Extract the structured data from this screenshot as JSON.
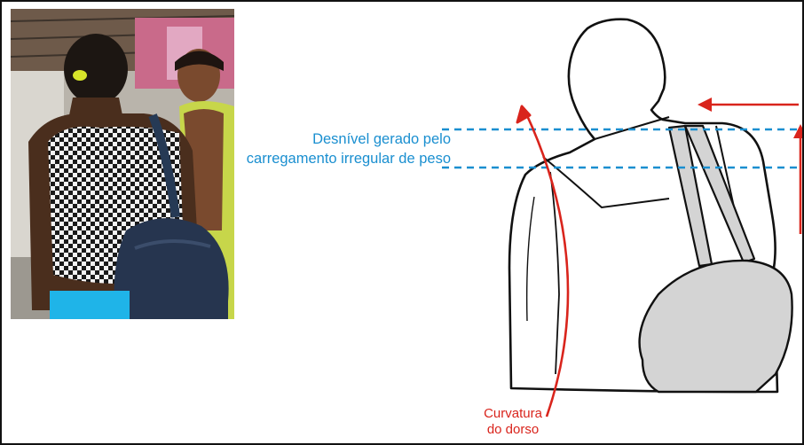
{
  "annotation_level": {
    "line1": "Desnível gerado pelo",
    "line2": "carregamento irregular de peso"
  },
  "annotation_spine": {
    "line1": "Curvatura",
    "line2": "do dorso"
  },
  "colors": {
    "level_lines": "#1a8fd0",
    "arrows": "#d9241c",
    "bag_fill": "#d4d4d4",
    "outline": "#111111"
  }
}
